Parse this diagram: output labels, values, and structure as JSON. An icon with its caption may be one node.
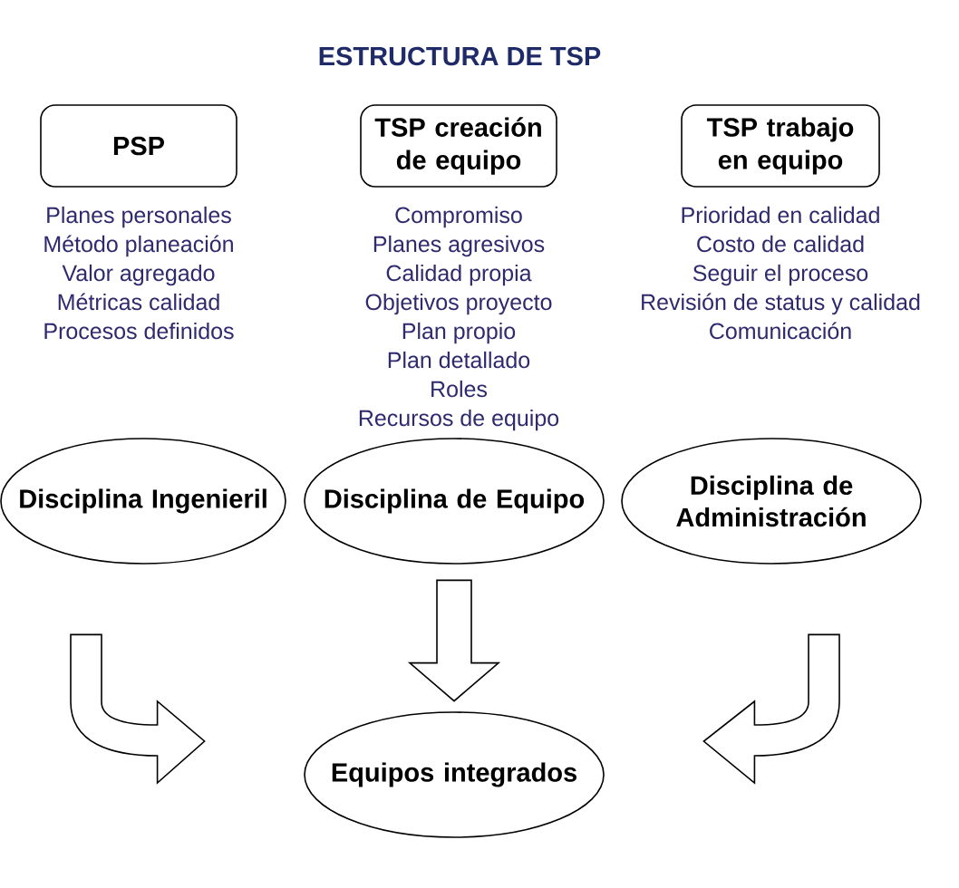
{
  "diagram": {
    "title": "ESTRUCTURA DE TSP",
    "nodes": [
      {
        "text": [
          "PSP"
        ],
        "beside": [
          "Planes personales",
          "Método planeación",
          "Valor agregado",
          "Métricas calidad",
          "Procesos definidos"
        ]
      },
      {
        "text": [
          "TSP creación de equipo"
        ],
        "beside": [
          "Compromiso",
          "Planes agresivos",
          "Calidad propia",
          "Objetivos proyecto",
          "Plan propio",
          "Plan detallado",
          "Roles",
          "Recursos de equipo"
        ]
      },
      {
        "text": [
          "TSP trabajo en equipo"
        ],
        "beside": [
          "Prioridad en calidad",
          "Costo de calidad",
          "Seguir el proceso",
          "Revisión de status y calidad",
          "Comunicación"
        ]
      },
      {
        "text": [
          "Disciplina Ingenieril"
        ]
      },
      {
        "text": [
          "Disciplina de Equipo"
        ]
      },
      {
        "text": [
          "Disciplina de Administración"
        ]
      },
      {
        "text": [
          "Equipos integrados"
        ]
      }
    ],
    "edges": [
      {
        "from": 3,
        "to": 6,
        "arrow": "to"
      },
      {
        "from": 4,
        "to": 6,
        "arrow": "to"
      },
      {
        "from": 5,
        "to": 6,
        "arrow": "to"
      }
    ]
  }
}
